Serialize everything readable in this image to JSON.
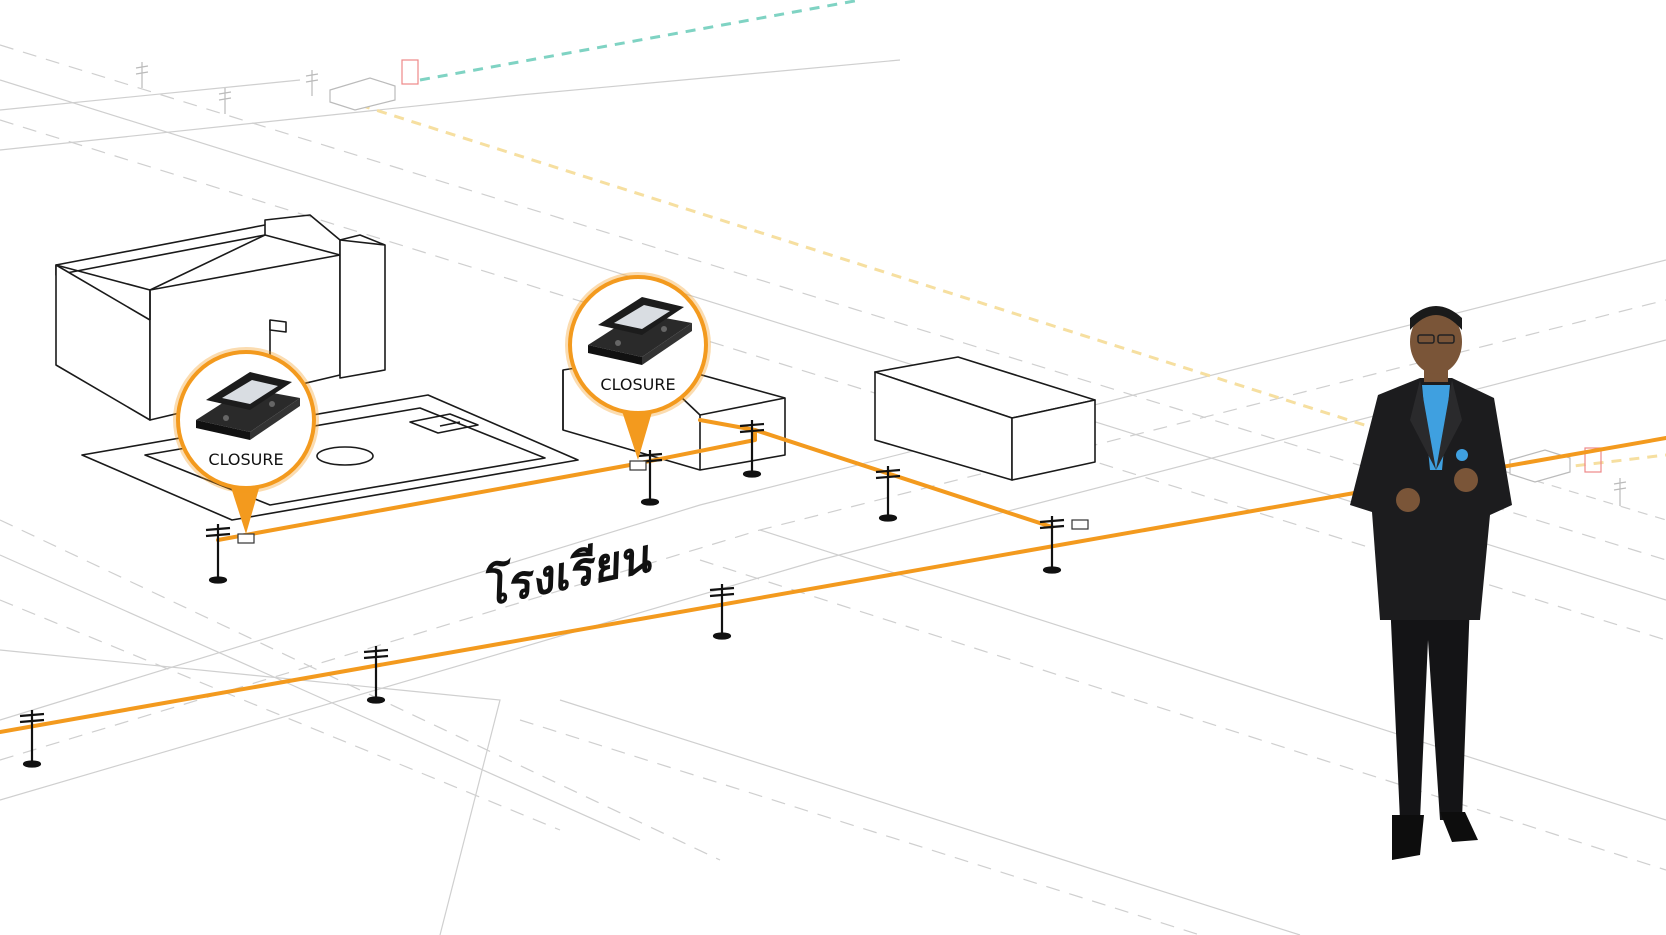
{
  "diagram": {
    "place_label": "โรงเรียน",
    "closure_labels": [
      "CLOSURE",
      "CLOSURE"
    ]
  },
  "colors": {
    "fiber": "#f39a1e",
    "building_line": "#1a1a1a",
    "road_line": "#c8c8c8",
    "pole": "#111111",
    "dashed_teal": "#7fd3c3",
    "dashed_yellow": "#f6dfa0",
    "suit": "#1c1c1e",
    "shirt": "#3fa0e0"
  },
  "icons": [
    "closure-callout-icon",
    "utility-pole-icon",
    "fiber-cable-icon",
    "presenter-figure"
  ]
}
